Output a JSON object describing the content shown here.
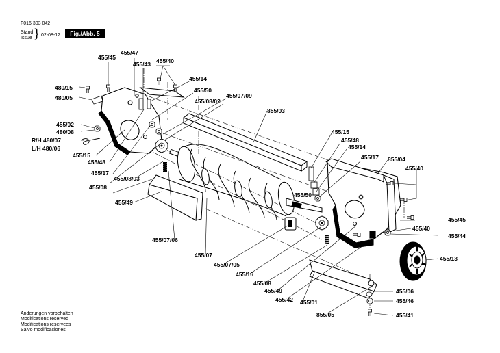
{
  "header": {
    "drawing_id": "F016 303 042",
    "stand_label": "Stand",
    "issue_label": "Issue",
    "brace": "}",
    "date": "02-08-12",
    "figure": "Fig./Abb. 5"
  },
  "notes": [
    "Änderungen vorbehalten",
    "Modifications reserved",
    "Modifications reservees",
    "Salvo modificaciones"
  ],
  "labels": {
    "l_455_45_top": "455/45",
    "l_455_47": "455/47",
    "l_455_43": "455/43",
    "l_455_40_top": "455/40",
    "l_455_14_top": "455/14",
    "l_455_50_top": "455/50",
    "l_455_07_09": "455/07/09",
    "l_455_08_02": "455/08/02",
    "l_480_15": "480/15",
    "l_480_05": "480/05",
    "l_855_03": "855/03",
    "l_455_02": "455/02",
    "l_480_08": "480/08",
    "l_rh_480_07": "R/H 480/07",
    "l_lh_480_06": "L/H 480/06",
    "l_455_15_left": "455/15",
    "l_455_48_left": "455/48",
    "l_455_17_left": "455/17",
    "l_455_08_03": "455/08/03",
    "l_455_08_left": "455/08",
    "l_455_49_left": "455/49",
    "l_455_15_right": "455/15",
    "l_455_48_right": "455/48",
    "l_455_14_right": "455/14",
    "l_455_17_right": "455/17",
    "l_855_04": "855/04",
    "l_455_40_right": "455/40",
    "l_455_50_mid": "455/50",
    "l_455_45_right": "455/45",
    "l_455_40_low": "455/40",
    "l_455_44": "455/44",
    "l_455_07_06": "455/07/06",
    "l_455_07": "455/07",
    "l_455_07_05": "455/07/05",
    "l_455_16": "455/16",
    "l_455_08_bottom": "455/08",
    "l_455_49_bottom": "455/49",
    "l_455_42": "455/42",
    "l_455_01": "455/01",
    "l_855_05": "855/05",
    "l_455_13": "455/13",
    "l_455_06": "455/06",
    "l_455_46": "455/46",
    "l_455_41": "455/41"
  }
}
